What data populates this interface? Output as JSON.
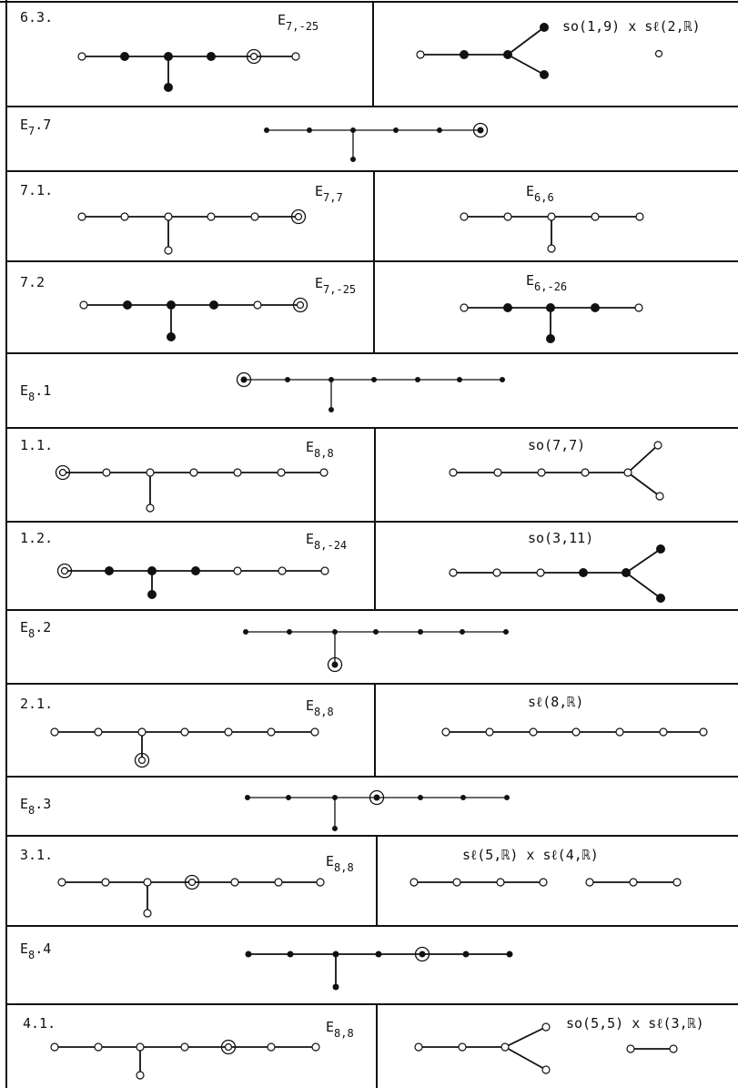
{
  "rows": [
    {
      "left_label": "6.3.",
      "left_algebra": "E",
      "left_sub": "7,-25",
      "right_name": "so(1,9) x sℓ(2,ℝ)"
    },
    {
      "center_label": "E",
      "center_sub": "7",
      "center_suffix": ".7"
    },
    {
      "left_label": "7.1.",
      "left_algebra": "E",
      "left_sub": "7,7",
      "right_name": "E",
      "right_sub": "6,6"
    },
    {
      "left_label": "7.2",
      "left_algebra": "E",
      "left_sub": "7,-25",
      "right_name": "E",
      "right_sub": "6,-26"
    },
    {
      "center_label": "E",
      "center_sub": "8",
      "center_suffix": ".1"
    },
    {
      "left_label": "1.1.",
      "left_algebra": "E",
      "left_sub": "8,8",
      "right_name": "so(7,7)"
    },
    {
      "left_label": "1.2.",
      "left_algebra": "E",
      "left_sub": "8,-24",
      "right_name": "so(3,11)"
    },
    {
      "center_label": "E",
      "center_sub": "8",
      "center_suffix": ".2"
    },
    {
      "left_label": "2.1.",
      "left_algebra": "E",
      "left_sub": "8,8",
      "right_name": "sℓ(8,ℝ)"
    },
    {
      "center_label": "E",
      "center_sub": "8",
      "center_suffix": ".3"
    },
    {
      "left_label": "3.1.",
      "left_algebra": "E",
      "left_sub": "8,8",
      "right_name": "sℓ(5,ℝ) x sℓ(4,ℝ)"
    },
    {
      "center_label": "E",
      "center_sub": "8",
      "center_suffix": ".4"
    },
    {
      "left_label": "4.1.",
      "left_algebra": "E",
      "left_sub": "8,8",
      "right_name": "so(5,5) x sℓ(3,ℝ)"
    }
  ]
}
